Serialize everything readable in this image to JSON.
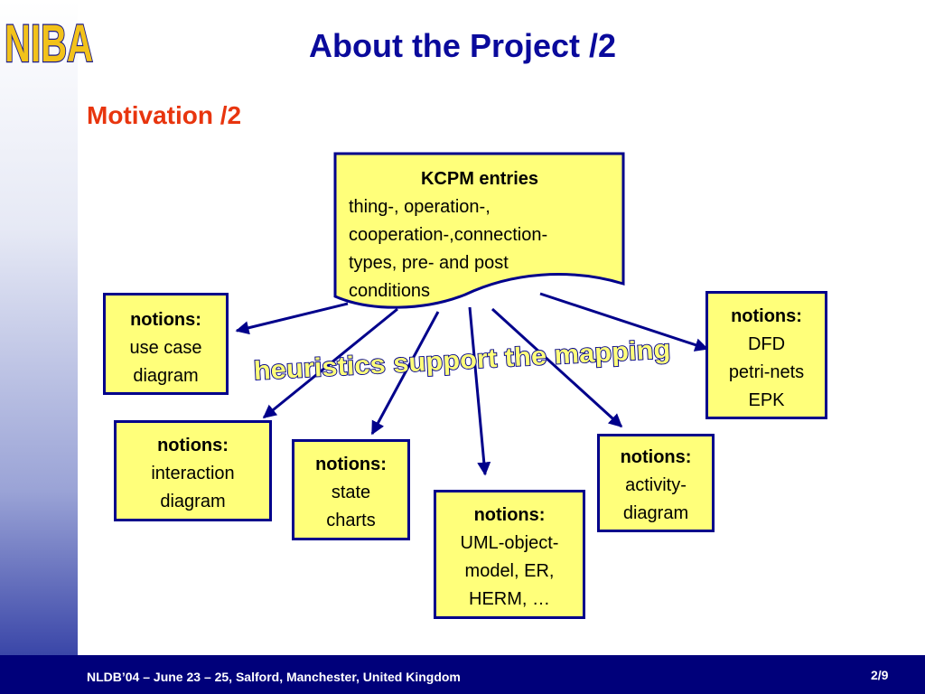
{
  "logo": {
    "text": "NIBA",
    "fill": "#f2c21a",
    "stroke": "#1a1a8c"
  },
  "slide": {
    "title": "About the Project /2",
    "subtitle": "Motivation /2"
  },
  "colors": {
    "title": "#0a0a9c",
    "subtitle": "#e8350e",
    "box_fill": "#ffff7a",
    "box_border": "#00008b",
    "arrow": "#00008b",
    "footer_bg": "#00007a"
  },
  "center": {
    "heading": "KCPM entries",
    "lines": [
      "thing-, operation-,",
      "cooperation-,connection-",
      "types, pre- and post",
      "conditions"
    ]
  },
  "annotation": "heuristics support the mapping",
  "notions": [
    {
      "heading": "notions:",
      "lines": [
        "use case",
        "diagram"
      ]
    },
    {
      "heading": "notions:",
      "lines": [
        "interaction",
        "diagram"
      ]
    },
    {
      "heading": "notions:",
      "lines": [
        "state",
        "charts"
      ]
    },
    {
      "heading": "notions:",
      "lines": [
        "UML-object-",
        "model, ER,",
        "HERM, …"
      ]
    },
    {
      "heading": "notions:",
      "lines": [
        "activity-",
        "diagram"
      ]
    },
    {
      "heading": "notions:",
      "lines": [
        "DFD",
        "petri-nets",
        "EPK"
      ]
    }
  ],
  "footer": {
    "text": "NLDB’04 –  June 23 – 25, Salford, Manchester, United Kingdom",
    "page": "2/9"
  }
}
